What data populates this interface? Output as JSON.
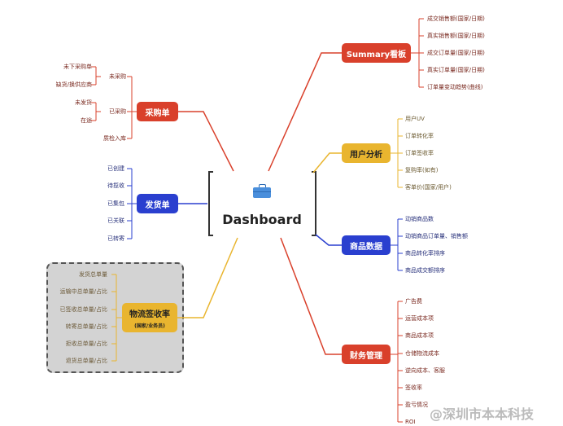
{
  "center": {
    "title": "Dashboard",
    "icon": "briefcase-icon"
  },
  "summary": {
    "label": "Summary看板",
    "items": [
      "成交销售额(国家/日期)",
      "真实销售额(国家/日期)",
      "成交订单量(国家/日期)",
      "真实订单量(国家/日期)",
      "订单量变动趋势(曲线)"
    ]
  },
  "user": {
    "label": "用户分析",
    "items": [
      "用户UV",
      "订单转化率",
      "订单签收率",
      "复购率(如有)",
      "客单价(国家/用户)"
    ]
  },
  "goods": {
    "label": "商品数据",
    "items": [
      "动销商品数",
      "动销商品订单量、销售额",
      "商品转化率排序",
      "商品成交额排序"
    ]
  },
  "finance": {
    "label": "财务管理",
    "items": [
      "广告费",
      "运营成本项",
      "商品成本项",
      "仓储物流成本",
      "逆向成本、客服",
      "签收率",
      "盈亏情况",
      "ROI"
    ]
  },
  "purchase": {
    "label": "采购单",
    "items": [
      "未采购",
      "已采购",
      "质检入库"
    ],
    "unpurchased": [
      "未下采购单",
      "缺货/换供应商"
    ],
    "purchased": [
      "未发货",
      "在途"
    ]
  },
  "shipping": {
    "label": "发货单",
    "items": [
      "已创建",
      "待揽收",
      "已集包",
      "已关联",
      "已转寄"
    ]
  },
  "logistics": {
    "label": "物流签收率",
    "sublabel": "(国家/业务员)",
    "items": [
      "发货总单量",
      "运输中总单量/占比",
      "已签收总单量/占比",
      "转寄总单量/占比",
      "拒收总单量/占比",
      "退货总单量/占比"
    ]
  },
  "watermark": "@深圳市本本科技",
  "colors": {
    "red": "#d9402b",
    "yellow": "#e9b52f",
    "blue": "#2a3fcf"
  }
}
